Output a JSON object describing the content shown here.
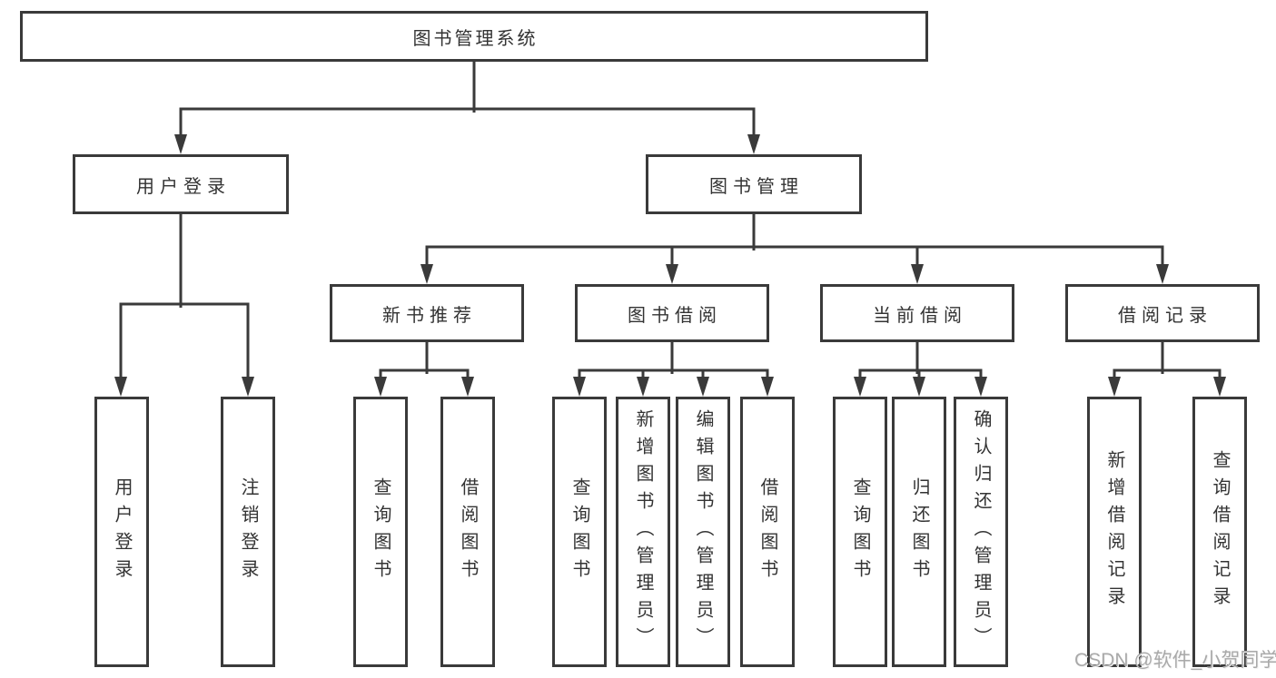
{
  "diagram": {
    "root": "图书管理系统",
    "branches": [
      {
        "label": "用户登录",
        "children": [
          {
            "label": "用户登录"
          },
          {
            "label": "注销登录"
          }
        ]
      },
      {
        "label": "图书管理",
        "groups": [
          {
            "label": "新书推荐",
            "children": [
              {
                "label": "查询图书"
              },
              {
                "label": "借阅图书"
              }
            ]
          },
          {
            "label": "图书借阅",
            "children": [
              {
                "label": "查询图书"
              },
              {
                "label": "新增图书（管理员）"
              },
              {
                "label": "编辑图书（管理员）"
              },
              {
                "label": "借阅图书"
              }
            ]
          },
          {
            "label": "当前借阅",
            "children": [
              {
                "label": "查询图书"
              },
              {
                "label": "归还图书"
              },
              {
                "label": "确认归还（管理员）"
              }
            ]
          },
          {
            "label": "借阅记录",
            "children": [
              {
                "label": "新增借阅记录"
              },
              {
                "label": "查询借阅记录"
              }
            ]
          }
        ]
      }
    ]
  },
  "watermark": "CSDN @软件_小贺同学",
  "colors": {
    "line": "#3a3a3a",
    "border": "#3a3a3a",
    "text": "#333333",
    "watermark": "#a9a9a9",
    "background": "#ffffff"
  }
}
